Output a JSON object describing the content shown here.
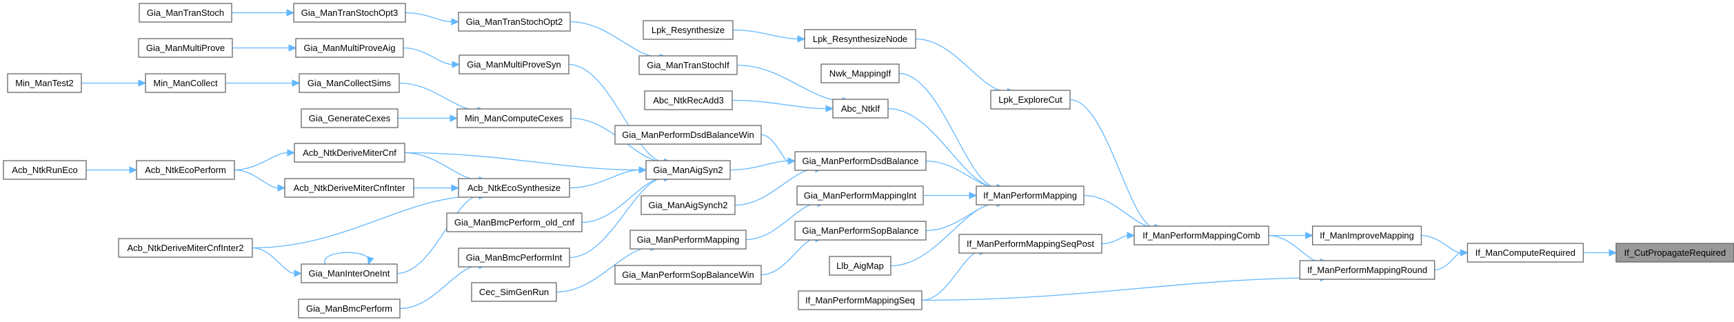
{
  "graph": {
    "type": "call-graph",
    "direction": "left-to-right",
    "edge_color": "#63b8ff",
    "node_border_color": "#666666",
    "current_node_fill": "#999999",
    "current_node": "If_CutPropagateRequired",
    "nodes": [
      {
        "id": "Gia_ManTranStoch",
        "label": "Gia_ManTranStoch"
      },
      {
        "id": "Gia_ManTranStochOpt3",
        "label": "Gia_ManTranStochOpt3"
      },
      {
        "id": "Gia_ManTranStochOpt2",
        "label": "Gia_ManTranStochOpt2"
      },
      {
        "id": "Gia_ManMultiProve",
        "label": "Gia_ManMultiProve"
      },
      {
        "id": "Gia_ManMultiProveAig",
        "label": "Gia_ManMultiProveAig"
      },
      {
        "id": "Gia_ManMultiProveSyn",
        "label": "Gia_ManMultiProveSyn"
      },
      {
        "id": "Min_ManTest2",
        "label": "Min_ManTest2"
      },
      {
        "id": "Min_ManCollect",
        "label": "Min_ManCollect"
      },
      {
        "id": "Gia_ManCollectSims",
        "label": "Gia_ManCollectSims"
      },
      {
        "id": "Gia_GenerateCexes",
        "label": "Gia_GenerateCexes"
      },
      {
        "id": "Min_ManComputeCexes",
        "label": "Min_ManComputeCexes"
      },
      {
        "id": "Acb_NtkRunEco",
        "label": "Acb_NtkRunEco"
      },
      {
        "id": "Acb_NtkEcoPerform",
        "label": "Acb_NtkEcoPerform"
      },
      {
        "id": "Acb_NtkDeriveMiterCnf",
        "label": "Acb_NtkDeriveMiterCnf"
      },
      {
        "id": "Acb_NtkDeriveMiterCnfInter",
        "label": "Acb_NtkDeriveMiterCnfInter"
      },
      {
        "id": "Acb_NtkDeriveMiterCnfInter2",
        "label": "Acb_NtkDeriveMiterCnfInter2"
      },
      {
        "id": "Acb_NtkEcoSynthesize",
        "label": "Acb_NtkEcoSynthesize"
      },
      {
        "id": "Gia_ManInterOneInt",
        "label": "Gia_ManInterOneInt"
      },
      {
        "id": "Gia_ManBmcPerform",
        "label": "Gia_ManBmcPerform"
      },
      {
        "id": "Gia_ManBmcPerform_old_cnf",
        "label": "Gia_ManBmcPerform_old_cnf"
      },
      {
        "id": "Gia_ManBmcPerformInt",
        "label": "Gia_ManBmcPerformInt"
      },
      {
        "id": "Cec_SimGenRun",
        "label": "Cec_SimGenRun"
      },
      {
        "id": "Gia_ManAigSyn2",
        "label": "Gia_ManAigSyn2"
      },
      {
        "id": "Gia_ManAigSynch2",
        "label": "Gia_ManAigSynch2"
      },
      {
        "id": "Gia_ManPerformMapping",
        "label": "Gia_ManPerformMapping"
      },
      {
        "id": "Gia_ManPerformSopBalanceWin",
        "label": "Gia_ManPerformSopBalanceWin"
      },
      {
        "id": "Gia_ManPerformDsdBalanceWin",
        "label": "Gia_ManPerformDsdBalanceWin"
      },
      {
        "id": "Gia_ManPerformDsdBalance",
        "label": "Gia_ManPerformDsdBalance"
      },
      {
        "id": "Gia_ManPerformMappingInt",
        "label": "Gia_ManPerformMappingInt"
      },
      {
        "id": "Gia_ManPerformSopBalance",
        "label": "Gia_ManPerformSopBalance"
      },
      {
        "id": "Lpk_Resynthesize",
        "label": "Lpk_Resynthesize"
      },
      {
        "id": "Lpk_ResynthesizeNode",
        "label": "Lpk_ResynthesizeNode"
      },
      {
        "id": "Gia_ManTranStochIf",
        "label": "Gia_ManTranStochIf"
      },
      {
        "id": "Abc_NtkRecAdd3",
        "label": "Abc_NtkRecAdd3"
      },
      {
        "id": "Abc_NtkIf",
        "label": "Abc_NtkIf"
      },
      {
        "id": "Nwk_MappingIf",
        "label": "Nwk_MappingIf"
      },
      {
        "id": "Llb_AigMap",
        "label": "Llb_AigMap"
      },
      {
        "id": "If_ManPerformMappingSeq",
        "label": "If_ManPerformMappingSeq"
      },
      {
        "id": "Lpk_ExploreCut",
        "label": "Lpk_ExploreCut"
      },
      {
        "id": "If_ManPerformMapping",
        "label": "If_ManPerformMapping"
      },
      {
        "id": "If_ManPerformMappingSeqPost",
        "label": "If_ManPerformMappingSeqPost"
      },
      {
        "id": "If_ManPerformMappingComb",
        "label": "If_ManPerformMappingComb"
      },
      {
        "id": "If_ManImproveMapping",
        "label": "If_ManImproveMapping"
      },
      {
        "id": "If_ManPerformMappingRound",
        "label": "If_ManPerformMappingRound"
      },
      {
        "id": "If_ManComputeRequired",
        "label": "If_ManComputeRequired"
      },
      {
        "id": "If_CutPropagateRequired",
        "label": "If_CutPropagateRequired"
      }
    ],
    "edges": [
      [
        "Gia_ManTranStoch",
        "Gia_ManTranStochOpt3"
      ],
      [
        "Gia_ManTranStochOpt3",
        "Gia_ManTranStochOpt2"
      ],
      [
        "Gia_ManTranStochOpt2",
        "Gia_ManTranStochIf"
      ],
      [
        "Gia_ManMultiProve",
        "Gia_ManMultiProveAig"
      ],
      [
        "Gia_ManMultiProveAig",
        "Gia_ManMultiProveSyn"
      ],
      [
        "Gia_ManMultiProveSyn",
        "Gia_ManAigSyn2"
      ],
      [
        "Min_ManTest2",
        "Min_ManCollect"
      ],
      [
        "Min_ManCollect",
        "Gia_ManCollectSims"
      ],
      [
        "Gia_ManCollectSims",
        "Min_ManComputeCexes"
      ],
      [
        "Gia_GenerateCexes",
        "Min_ManComputeCexes"
      ],
      [
        "Min_ManComputeCexes",
        "Gia_ManAigSyn2"
      ],
      [
        "Acb_NtkRunEco",
        "Acb_NtkEcoPerform"
      ],
      [
        "Acb_NtkEcoPerform",
        "Acb_NtkDeriveMiterCnf"
      ],
      [
        "Acb_NtkEcoPerform",
        "Acb_NtkDeriveMiterCnfInter"
      ],
      [
        "Acb_NtkDeriveMiterCnf",
        "Acb_NtkEcoSynthesize"
      ],
      [
        "Acb_NtkDeriveMiterCnf",
        "Gia_ManAigSyn2"
      ],
      [
        "Acb_NtkDeriveMiterCnfInter",
        "Acb_NtkEcoSynthesize"
      ],
      [
        "Acb_NtkDeriveMiterCnfInter2",
        "Acb_NtkEcoSynthesize"
      ],
      [
        "Acb_NtkDeriveMiterCnfInter2",
        "Gia_ManInterOneInt"
      ],
      [
        "Gia_ManInterOneInt",
        "Gia_ManInterOneInt"
      ],
      [
        "Gia_ManInterOneInt",
        "Acb_NtkEcoSynthesize"
      ],
      [
        "Acb_NtkEcoSynthesize",
        "Gia_ManAigSyn2"
      ],
      [
        "Gia_ManBmcPerform_old_cnf",
        "Gia_ManAigSyn2"
      ],
      [
        "Gia_ManBmcPerformInt",
        "Gia_ManAigSyn2"
      ],
      [
        "Gia_ManBmcPerform",
        "Gia_ManBmcPerformInt"
      ],
      [
        "Cec_SimGenRun",
        "Gia_ManPerformMapping"
      ],
      [
        "Gia_ManAigSyn2",
        "Gia_ManPerformDsdBalance"
      ],
      [
        "Gia_ManAigSynch2",
        "Gia_ManPerformDsdBalance"
      ],
      [
        "Gia_ManPerformDsdBalanceWin",
        "Gia_ManPerformDsdBalance"
      ],
      [
        "Gia_ManPerformMapping",
        "Gia_ManPerformMappingInt"
      ],
      [
        "Gia_ManPerformSopBalanceWin",
        "Gia_ManPerformSopBalance"
      ],
      [
        "Gia_ManPerformDsdBalance",
        "If_ManPerformMapping"
      ],
      [
        "Gia_ManPerformMappingInt",
        "If_ManPerformMapping"
      ],
      [
        "Gia_ManPerformSopBalance",
        "If_ManPerformMapping"
      ],
      [
        "Llb_AigMap",
        "If_ManPerformMapping"
      ],
      [
        "Abc_NtkIf",
        "If_ManPerformMapping"
      ],
      [
        "Nwk_MappingIf",
        "If_ManPerformMapping"
      ],
      [
        "Gia_ManTranStochIf",
        "Abc_NtkIf"
      ],
      [
        "Abc_NtkRecAdd3",
        "Abc_NtkIf"
      ],
      [
        "Lpk_Resynthesize",
        "Lpk_ResynthesizeNode"
      ],
      [
        "Lpk_ResynthesizeNode",
        "Lpk_ExploreCut"
      ],
      [
        "Lpk_ExploreCut",
        "If_ManPerformMappingComb"
      ],
      [
        "If_ManPerformMapping",
        "If_ManPerformMappingComb"
      ],
      [
        "If_ManPerformMappingSeq",
        "If_ManPerformMappingSeqPost"
      ],
      [
        "If_ManPerformMappingSeq",
        "If_ManPerformMappingRound"
      ],
      [
        "If_ManPerformMappingSeqPost",
        "If_ManPerformMappingComb"
      ],
      [
        "If_ManPerformMappingComb",
        "If_ManImproveMapping"
      ],
      [
        "If_ManPerformMappingComb",
        "If_ManPerformMappingRound"
      ],
      [
        "If_ManImproveMapping",
        "If_ManComputeRequired"
      ],
      [
        "If_ManPerformMappingRound",
        "If_ManComputeRequired"
      ],
      [
        "If_ManComputeRequired",
        "If_CutPropagateRequired"
      ]
    ]
  }
}
